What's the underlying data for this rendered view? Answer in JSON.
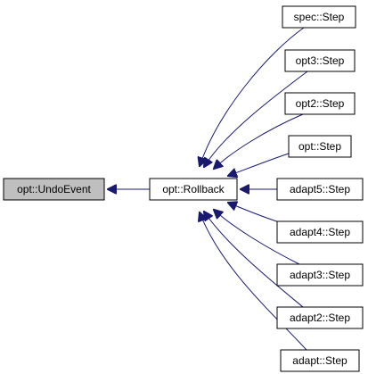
{
  "diagram": {
    "root": {
      "label": "opt::UndoEvent",
      "fill": "#bfbfbf"
    },
    "hub": {
      "label": "opt::Rollback"
    },
    "callers": [
      {
        "label": "spec::Step"
      },
      {
        "label": "opt3::Step"
      },
      {
        "label": "opt2::Step"
      },
      {
        "label": "opt::Step"
      },
      {
        "label": "adapt5::Step"
      },
      {
        "label": "adapt4::Step"
      },
      {
        "label": "adapt3::Step"
      },
      {
        "label": "adapt2::Step"
      },
      {
        "label": "adapt::Step"
      }
    ],
    "edge_color": "#191970",
    "node_fill": "#ffffff",
    "node_border": "#000000"
  }
}
